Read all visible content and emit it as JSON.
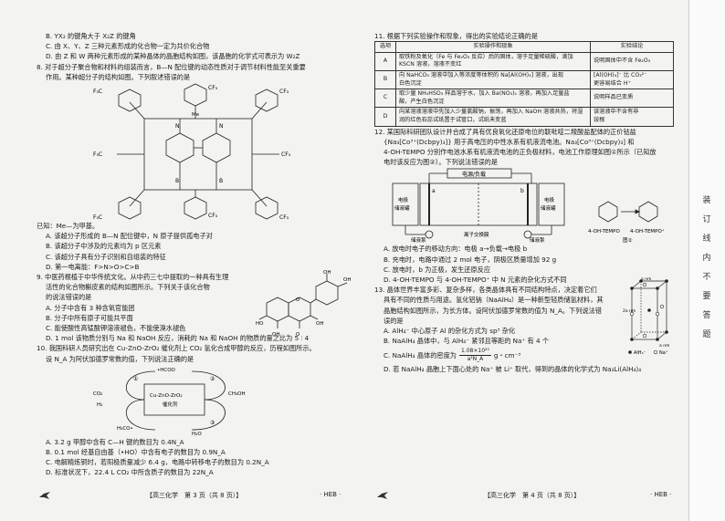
{
  "left_page": {
    "lines_top": [
      "B. YX₂ 的键角大于 X₂Z 的键角",
      "C. 由 X、Y、Z 三种元素形成的化合物一定为共价化合物",
      "D. 由 Z 和 W 两种元素形成的某种晶体的晶胞结构如图，该晶胞的化学式可表示为 W₂Z"
    ],
    "q8_lines": [
      "8. 对于超分子聚合物和材料的组装而言，B—N 配位键的动态性质对于调节材料性能至关重要",
      "作用。某种超分子的结构如图。下列叙述错误的是"
    ],
    "q8_fig": {
      "cf3": "CF₃",
      "f3c": "F₃C",
      "n": "N",
      "b": "B",
      "me": "Me"
    },
    "q8_after": [
      "已知：Me—为甲基。",
      "A. 该超分子形成的 B—N 配位键中，N 原子提供孤电子对",
      "B. 该超分子中涉及的元素均为 p 区元素",
      "C. 该超分子具有分子识别和自组装的特征",
      "D. 第一电离能：F>N>O>C>B"
    ],
    "q9_lines": [
      "9. 中医药根植于中华传统文化。从中药三七中提取的一种具有生理",
      "活性的化合物槲皮素的结构如图所示。下列关于该化合物",
      "的说法错误的是"
    ],
    "q9_options": [
      "A. 分子中含有 3 种含氧官能团",
      "B. 分子中所有原子可能共平面",
      "C. 能使酸性高锰酸钾溶液褪色，不能使溴水褪色",
      "D. 1 mol 该物质分别与 Na 和 NaOH 反应，消耗的 Na 和 NaOH 的物质的量之比为 5 ∶ 4"
    ],
    "q9_fig": {
      "oh": "OH",
      "ho": "HO",
      "o": "O"
    },
    "q10_lines": [
      "10. 我国科研人员研究出在 Cu-ZnO-ZrO₂ 催化剂上 CO₂ 氢化合成甲醇的反应，历程如图所示。",
      "设 N_A 为阿伏加德罗常数的值，下列说法正确的是"
    ],
    "q10_fig": {
      "catalyst_l1": "Cu-ZnO-ZrO₂",
      "catalyst_l2": "催化剂",
      "co2": "CO₂",
      "h2": "H₂",
      "hcoo": "•HCOO",
      "h2o": "H₂O",
      "ch3oh": "CH₃OH",
      "h3co": "H₃CO•",
      "h3co_dot": "•H₃CO",
      "step1": "①",
      "step2": "②",
      "step3": "③"
    },
    "q10_options": [
      "A. 3.2 g 甲醇中含有 C—H 键的数目为 0.4N_A",
      "B. 0.1 mol 经基自由基（•HO）中含有电子的数目为 0.9N_A",
      "C. 电解精炼铜时，若阳极质量减少 6.4 g，电路中转移电子的数目为 0.2N_A",
      "D. 标准状况下，22.4 L CO₂ 中所含质子的数目为 22N_A"
    ],
    "footer_text": "【高三化学　第 3 页（共 8 页）】",
    "footer_code": "· HEB ·"
  },
  "right_page": {
    "q11_title": "11. 根据下列实验操作和现象，得出的实验结论正确的是",
    "q11_table": {
      "headers": [
        "选项",
        "实验操作和现象",
        "实验结论"
      ],
      "rows": [
        {
          "opt": "A",
          "op": [
            "取铁粉及氧化（Fe 与 Fe₂O₃ 反应）后的固体，溶于足量稀硫酸，滴加",
            "KSCN 溶液，溶液不变红"
          ],
          "concl": [
            "说明固体中不含 Fe₂O₃"
          ]
        },
        {
          "opt": "B",
          "op": [
            "向 NaHCO₃ 溶液中加入等浓度等体积的 Na[Al(OH)₄] 溶液，出现",
            "白色沉淀"
          ],
          "concl": [
            "[Al(OH)₄]⁻ 比 CO₃²⁻",
            "更容易结合 H⁺"
          ]
        },
        {
          "opt": "C",
          "op": [
            "取少量 NH₄HSO₃ 样品溶于水，加入 Ba(NO₃)₂ 溶液，再加入足量盐",
            "酸，产生白色沉淀"
          ],
          "concl": [
            "说明样品已变质"
          ]
        },
        {
          "opt": "D",
          "op": [
            "向某溶液溶液中先加入少量氯酸钠，振荡，再加入 NaOH 溶液共热，将湿",
            "润的红色石蕊试纸置于试管口，试纸未变蓝"
          ],
          "concl": [
            "该溶液中不含有非",
            "铵根"
          ]
        }
      ]
    },
    "q12_lines": [
      "12. 某国际科研团队设计并合成了具有优良氧化还原电位的联吡啶二羧酸盐配体的正价钴盐",
      "{Na₃[Co³⁺(Dcbpy)₃]} 用于高电压的中性水系有机液流电池。Na₃[Co³⁺(Dcbpy)₃] 和",
      "4-OH-TEMPO 分别作电池水系有机液流电池的正负极材料，电池工作原理如图①所示（已知放",
      "电时该反应为图②）。下列说法错误的是"
    ],
    "q12_fig": {
      "title": "电源/负载",
      "left_tank_l1": "电极",
      "left_tank_l2": "储液罐",
      "right_tank_l1": "电极",
      "right_tank_l2": "储液罐",
      "membrane": "离子交换膜",
      "electrode_a": "a",
      "electrode_b": "b",
      "pump_l": "储液泵",
      "pump_r": "储液泵",
      "tempo_left": "4-OH-TEMPO",
      "tempo_right": "4-OH-TEMPO⁺",
      "fig_label": "图②"
    },
    "q12_options": [
      "A. 放电时电子的移动方向：电极 a→负载→电极 b",
      "B. 充电时，电路中通过 2 mol 电子，阴极区质量增加 92 g",
      "C. 放电时，b 为正极，发生还原反应",
      "D. 4-OH-TEMPO 与 4-OH-TEMPO⁺ 中 N 元素的杂化方式不同"
    ],
    "q13_lines": [
      "13. 晶体世界丰富多彩、复杂多样，各类晶体具有不同结构特点，决定着它们",
      "具有不同的性质与用途。氢化铝钠（NaAlH₄）是一种新型轻质储氢材料，其",
      "晶胞结构如图所示，为长方体。设阿伏加德罗常数的值为 N_A。下列说法错",
      "误的是"
    ],
    "q13_options": [
      "A. AlH₄⁻ 中心原子 Al 的杂化方式为 sp³ 杂化",
      "B. NaAlH₄ 晶体中，与 AlH₄⁻ 紧邻且等距的 Na⁺ 有 4 个",
      "C. NaAlH₄ 晶体的密度为",
      "D. 若 NaAlH₄ 晶胞上下面心处的 Na⁺ 被 Li⁺ 取代，得到的晶体的化学式为 Na₃Li(AlH₄)₄"
    ],
    "q13_density_num": "1.08×10²³",
    "q13_density_den": "a²N_A",
    "q13_density_unit": "g・cm⁻³",
    "q13_fig": {
      "a_top": "a nm",
      "a_side": "a nm",
      "two_a": "2a nm",
      "legend_alh4": "AlH₄⁻",
      "legend_na": "Na⁺"
    },
    "footer_text": "【高三化学　第 4 页（共 8 页）】",
    "footer_code": "· HEB ·"
  },
  "sidebar": {
    "chars": [
      "装",
      "订",
      "线",
      "内",
      "不",
      "要",
      "答",
      "题"
    ]
  }
}
